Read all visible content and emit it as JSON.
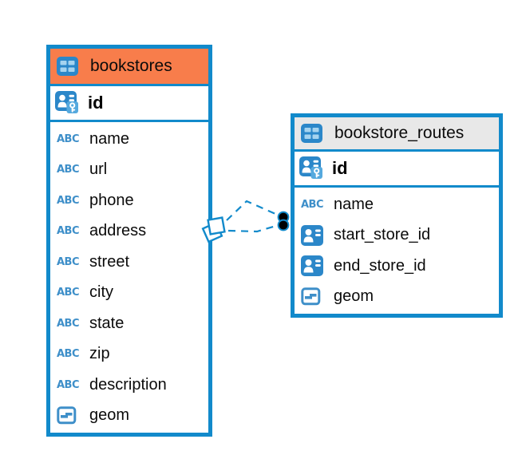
{
  "diagram": {
    "colors": {
      "accent_blue": "#128ACB",
      "bookstores_header": "#F87D4B",
      "routes_header": "#E8E8E8",
      "icon_blue": "#2B87C9",
      "icon_light_blue": "#A5D3EF",
      "key_badge_blue": "#55A9DE",
      "type_glyph_blue": "#3E8FC9"
    },
    "icons": {
      "text_type_glyph": "ABC"
    },
    "tables": [
      {
        "name": "bookstores",
        "header_color": "#F87D4B",
        "primary_key": {
          "name": "id",
          "type": "primary-key"
        },
        "fields": [
          {
            "name": "name",
            "type": "text"
          },
          {
            "name": "url",
            "type": "text"
          },
          {
            "name": "phone",
            "type": "text"
          },
          {
            "name": "address",
            "type": "text"
          },
          {
            "name": "street",
            "type": "text"
          },
          {
            "name": "city",
            "type": "text"
          },
          {
            "name": "state",
            "type": "text"
          },
          {
            "name": "zip",
            "type": "text"
          },
          {
            "name": "description",
            "type": "text"
          },
          {
            "name": "geom",
            "type": "geometry"
          }
        ]
      },
      {
        "name": "bookstore_routes",
        "header_color": "#E8E8E8",
        "primary_key": {
          "name": "id",
          "type": "primary-key"
        },
        "fields": [
          {
            "name": "name",
            "type": "text"
          },
          {
            "name": "start_store_id",
            "type": "reference"
          },
          {
            "name": "end_store_id",
            "type": "reference"
          },
          {
            "name": "geom",
            "type": "geometry"
          }
        ]
      }
    ],
    "relationships": [
      {
        "source_table": "bookstore_routes",
        "target_table": "bookstores",
        "style": "dashed"
      },
      {
        "source_table": "bookstore_routes",
        "target_table": "bookstores",
        "style": "dashed"
      }
    ]
  }
}
